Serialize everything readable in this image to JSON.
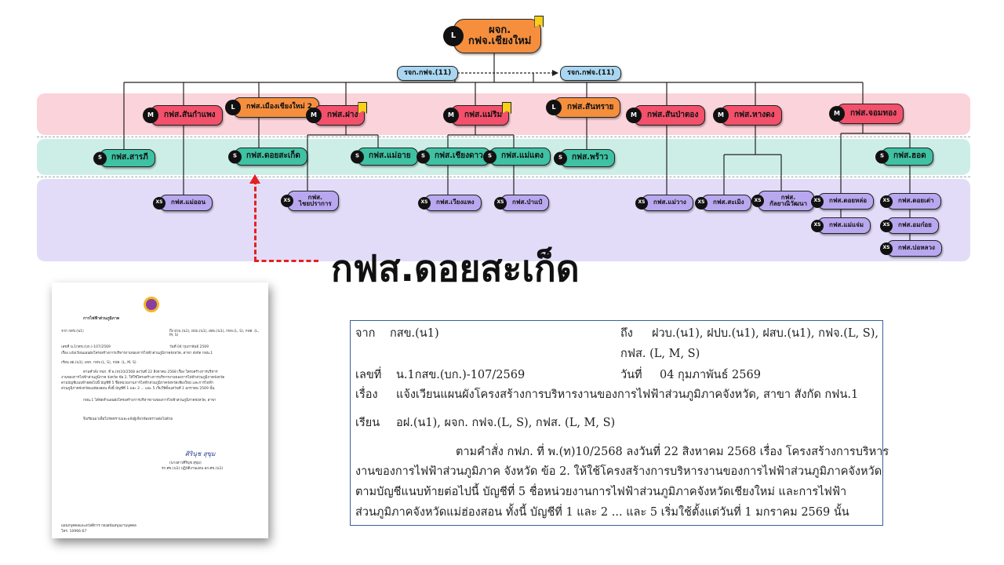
{
  "org_chart": {
    "head": {
      "badge": "L",
      "line1": "ผจก.",
      "line2": "กฟจ.เชียงใหม่"
    },
    "deputies": [
      {
        "label": "รจก.กฟจ.(11)"
      },
      {
        "label": "รจก.กฟจ.(11)"
      }
    ],
    "tier_m": [
      {
        "badge": "M",
        "label": "กฟส.สันกำแพง"
      },
      {
        "badge": "L",
        "label": "กฟส.เมืองเชียงใหม่ 2"
      },
      {
        "badge": "M",
        "label": "กฟส.ฝาง"
      },
      {
        "badge": "M",
        "label": "กฟส.แม่ริม"
      },
      {
        "badge": "L",
        "label": "กฟส.สันทราย"
      },
      {
        "badge": "M",
        "label": "กฟส.สันป่าตอง"
      },
      {
        "badge": "M",
        "label": "กฟส.หางดง"
      },
      {
        "badge": "M",
        "label": "กฟส.จอมทอง"
      }
    ],
    "tier_s": [
      {
        "badge": "S",
        "label": "กฟส.สารภี"
      },
      {
        "badge": "S",
        "label": "กฟส.ดอยสะเก็ด"
      },
      {
        "badge": "S",
        "label": "กฟส.แม่อาย"
      },
      {
        "badge": "S",
        "label": "กฟส.เชียงดาว"
      },
      {
        "badge": "S",
        "label": "กฟส.แม่แตง"
      },
      {
        "badge": "S",
        "label": "กฟส.พร้าว"
      },
      {
        "badge": "S",
        "label": "กฟส.ฮอด"
      }
    ],
    "tier_xs": [
      {
        "badge": "XS",
        "label": "กฟส.แม่ออน"
      },
      {
        "badge": "XS",
        "label": "กฟส.\nไชยปราการ"
      },
      {
        "badge": "XS",
        "label": "กฟส.เวียงแหง"
      },
      {
        "badge": "XS",
        "label": "กฟส.ป่าแป๋"
      },
      {
        "badge": "XS",
        "label": "กฟส.แม่วาง"
      },
      {
        "badge": "XS",
        "label": "กฟส.สะเมิง"
      },
      {
        "badge": "XS",
        "label": "กฟส.\nกัลยาณิวัฒนา"
      },
      {
        "badge": "XS",
        "label": "กฟส.ดอยหล่อ"
      },
      {
        "badge": "XS",
        "label": "กฟส.แม่แจ่ม"
      },
      {
        "badge": "XS",
        "label": "กฟส.ดอยเต่า"
      },
      {
        "badge": "XS",
        "label": "กฟส.อมก๋อย"
      },
      {
        "badge": "XS",
        "label": "กฟส.บ่อหลวง"
      }
    ]
  },
  "highlight": {
    "label": "กฟส.ดอยสะเก็ด",
    "color": "#e52020"
  },
  "colors": {
    "band_m": "#fbd3da",
    "band_s": "#cdeee7",
    "band_xs": "#e2dcf8",
    "node_m": "#f2506b",
    "node_l": "#f58f3e",
    "node_s": "#3fc1a3",
    "node_xs": "#b9a8ef"
  },
  "document_thumbnail": {
    "org_name": "การไฟฟ้าส่วนภูมิภาค",
    "from": "จาก กสข.(น1)",
    "to": "ถึง ฝวบ.(น1), ฝปบ.(น1), ฝสบ.(น1), กฟจ.(L, S), กฟส. (L, M, S)",
    "number": "เลขที่ น.1กสข.(บก.)-107/2569",
    "date": "วันที่ 04 กุมภาพันธ์ 2569",
    "subject": "เรื่อง แจ้งเวียนแผนผังโครงสร้างการบริหารงานของการไฟฟ้าส่วนภูมิภาคจังหวัด, สาขา สังกัด กฟน.1",
    "attention": "เรียน อฝ.(น1), ผจก. กฟจ.(L, S), กฟส. (L, M, S)",
    "body1": "ตามคำสั่ง กฟภ. ที่ พ.(ท)10/2568 ลงวันที่ 22 สิงหาคม 2568 เรื่อง โครงสร้างการบริหาร",
    "body2": "งานของการไฟฟ้าส่วนภูมิภาค จังหวัด ข้อ 2. ให้ใช้โครงสร้างการบริหารงานของการไฟฟ้าส่วนภูมิภาคจังหวัด",
    "body3": "ตามบัญชีแนบท้ายต่อไปนี้ บัญชีที่ 5 ชื่อหน่วยงานการไฟฟ้าส่วนภูมิภาคจังหวัดเชียงใหม่ และการไฟฟ้า",
    "body4": "ส่วนภูมิภาคจังหวัดแม่ฮ่องสอน ทั้งนี้ บัญชีที่ 1 และ 2 ... และ 5 เริ่มใช้ตั้งแต่วันที่ 1 มกราคม 2569 นั้น",
    "body5": "กฟน.1 ได้จัดทำแผนผังโครงสร้างการบริหารงานของการไฟฟ้าส่วนภูมิภาคจังหวัด, สาขา",
    "body6": "จึงเรียนมาเพื่อโปรดทราบและแจ้งผู้เกี่ยวข้องทราบต่อไปด้วย",
    "signature": "ศิรินุช สุขุม",
    "signer1": "(นางสาวศิรินุช สุขุม)",
    "signer2": "รก.ศข.(น1) ปฏิบัติงานแทน อก.ศข.(น1)",
    "footer1": "แผนกบุคคลและสวัสดิการ กองสนับสนุนงานบุคคล",
    "footer2": "โทร. 10966-67"
  },
  "memo": {
    "from_label": "จาก",
    "from_value": "กสข.(น1)",
    "to_label": "ถึง",
    "to_value_1": "ฝวบ.(น1), ฝปบ.(น1), ฝสบ.(น1), กฟจ.(L, S),",
    "to_value_2": "กฟส. (L, M, S)",
    "number_label": "เลขที่",
    "number_value": "น.1กสข.(บก.)-107/2569",
    "date_label": "วันที่",
    "date_value": "04 กุมภาพันธ์ 2569",
    "subject_label": "เรื่อง",
    "subject_value": "แจ้งเวียนแผนผังโครงสร้างการบริหารงานของการไฟฟ้าส่วนภูมิภาคจังหวัด, สาขา สังกัด กฟน.1",
    "attention_label": "เรียน",
    "attention_value": "อฝ.(น1), ผจก. กฟจ.(L, S), กฟส. (L, M, S)",
    "body_1": "ตามคำสั่ง กฟภ. ที่ พ.(ท)10/2568 ลงวันที่ 22 สิงหาคม 2568 เรื่อง โครงสร้างการบริหาร",
    "body_2": "งานของการไฟฟ้าส่วนภูมิภาค จังหวัด ข้อ 2. ให้ใช้โครงสร้างการบริหารงานของการไฟฟ้าส่วนภูมิภาคจังหวัด",
    "body_3": "ตามบัญชีแนบท้ายต่อไปนี้ บัญชีที่ 5 ชื่อหน่วยงานการไฟฟ้าส่วนภูมิภาคจังหวัดเชียงใหม่ และการไฟฟ้า",
    "body_4": "ส่วนภูมิภาคจังหวัดแม่ฮ่องสอน ทั้งนี้ บัญชีที่ 1 และ 2 ... และ 5 เริ่มใช้ตั้งแต่วันที่ 1 มกราคม 2569 นั้น"
  }
}
